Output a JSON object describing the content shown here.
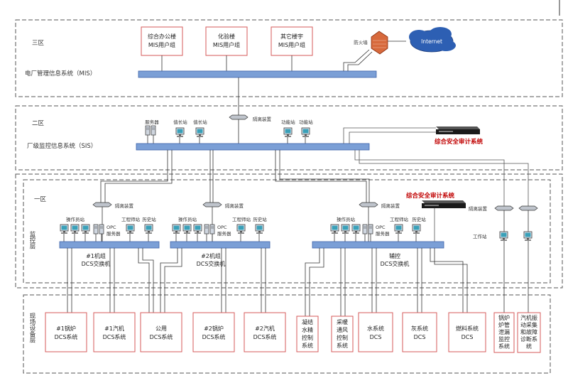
{
  "zones": {
    "zone3_title": "三区",
    "zone3_system": "电厂管理信息系统（MIS）",
    "zone2_title": "二区",
    "zone2_system": "厂级监控信息系统（SIS）",
    "zone1_title": "一区",
    "zone1_layer": "监控层",
    "field_layer": "现场设备层"
  },
  "mis": {
    "office_building": [
      "综合办公楼",
      "MIS用户组"
    ],
    "lab_building": [
      "化验楼",
      "MIS用户组"
    ],
    "other_building": [
      "其它楼宇",
      "MIS用户组"
    ],
    "firewall": "防火墙",
    "internet": "Internet"
  },
  "sis": {
    "isolation_top": "隔离装置",
    "server": "服务器",
    "value_station_1": "值长站",
    "value_station_2": "值长站",
    "func_station_1": "功能站",
    "func_station_2": "功能站",
    "audit_system": "综合安全审计系统"
  },
  "zone1": {
    "isolation_1": "隔离装置",
    "isolation_2": "隔离装置",
    "isolation_3": "隔离装置",
    "isolation_right": "隔离装置",
    "work_station": "工作站",
    "audit_system": "综合安全审计系统",
    "group1": {
      "operator": "操作员站",
      "opc": "OPC",
      "opc_server": "服务器",
      "engineer": "工程师站",
      "history": "历史站",
      "switch": [
        "#1机组",
        "DCS交换机"
      ]
    },
    "group2": {
      "operator": "操作员站",
      "opc": "OPC",
      "opc_server": "服务器",
      "engineer": "工程师站",
      "history": "历史站",
      "switch": [
        "#2机组",
        "DCS交换机"
      ]
    },
    "group3": {
      "operator": "操作员站",
      "opc": "OPC",
      "opc_server": "服务器",
      "engineer": "工程师站",
      "history": "历史站",
      "switch": [
        "辅控",
        "DCS交换机"
      ]
    }
  },
  "field": {
    "boiler1": [
      "#1锅炉",
      "DCS系统"
    ],
    "turbine1": [
      "#1汽机",
      "DCS系统"
    ],
    "common": [
      "公用",
      "DCS系统"
    ],
    "boiler2": [
      "#2锅炉",
      "DCS系统"
    ],
    "turbine2": [
      "#2汽机",
      "DCS系统"
    ],
    "condensate": [
      "凝结",
      "水精",
      "控制",
      "系统"
    ],
    "hvac": [
      "采暖",
      "通风",
      "控制",
      "系统"
    ],
    "water": [
      "水系统",
      "DCS"
    ],
    "ash": [
      "灰系统",
      "DCS"
    ],
    "fuel": [
      "燃料系统",
      "DCS"
    ],
    "leak": [
      "锅炉",
      "炉管",
      "泄漏",
      "监控",
      "系统"
    ],
    "vibration": [
      "汽机振",
      "动采集",
      "和故障",
      "诊断系",
      "统"
    ]
  },
  "colors": {
    "box_border": "#d65a5a",
    "bus_fill": "#7b9fd6",
    "audit_text": "#c00000"
  }
}
